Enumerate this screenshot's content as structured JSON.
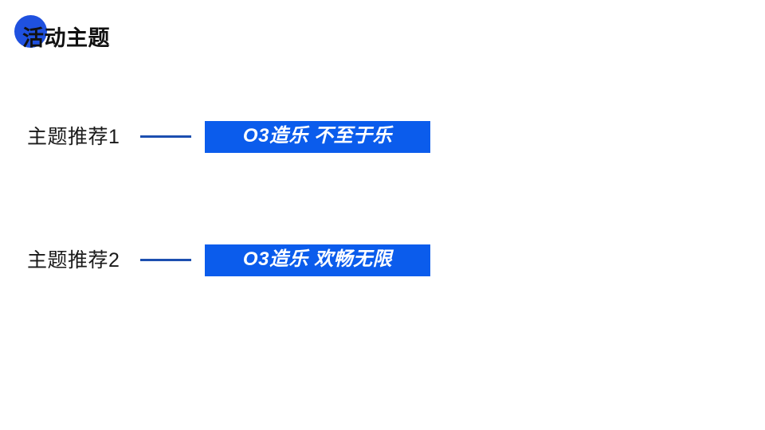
{
  "header": {
    "title": "活动主题",
    "dot_color": "#1f51df",
    "title_color": "#111111"
  },
  "theme": {
    "chip_color": "#0b5cec",
    "connector_color": "#1c4fb0",
    "chip_text_color": "#ffffff",
    "background": "#ffffff"
  },
  "rows": [
    {
      "label": "主题推荐1",
      "chip_text": "O3造乐 不至于乐"
    },
    {
      "label": "主题推荐2",
      "chip_text": "O3造乐 欢畅无限"
    }
  ]
}
